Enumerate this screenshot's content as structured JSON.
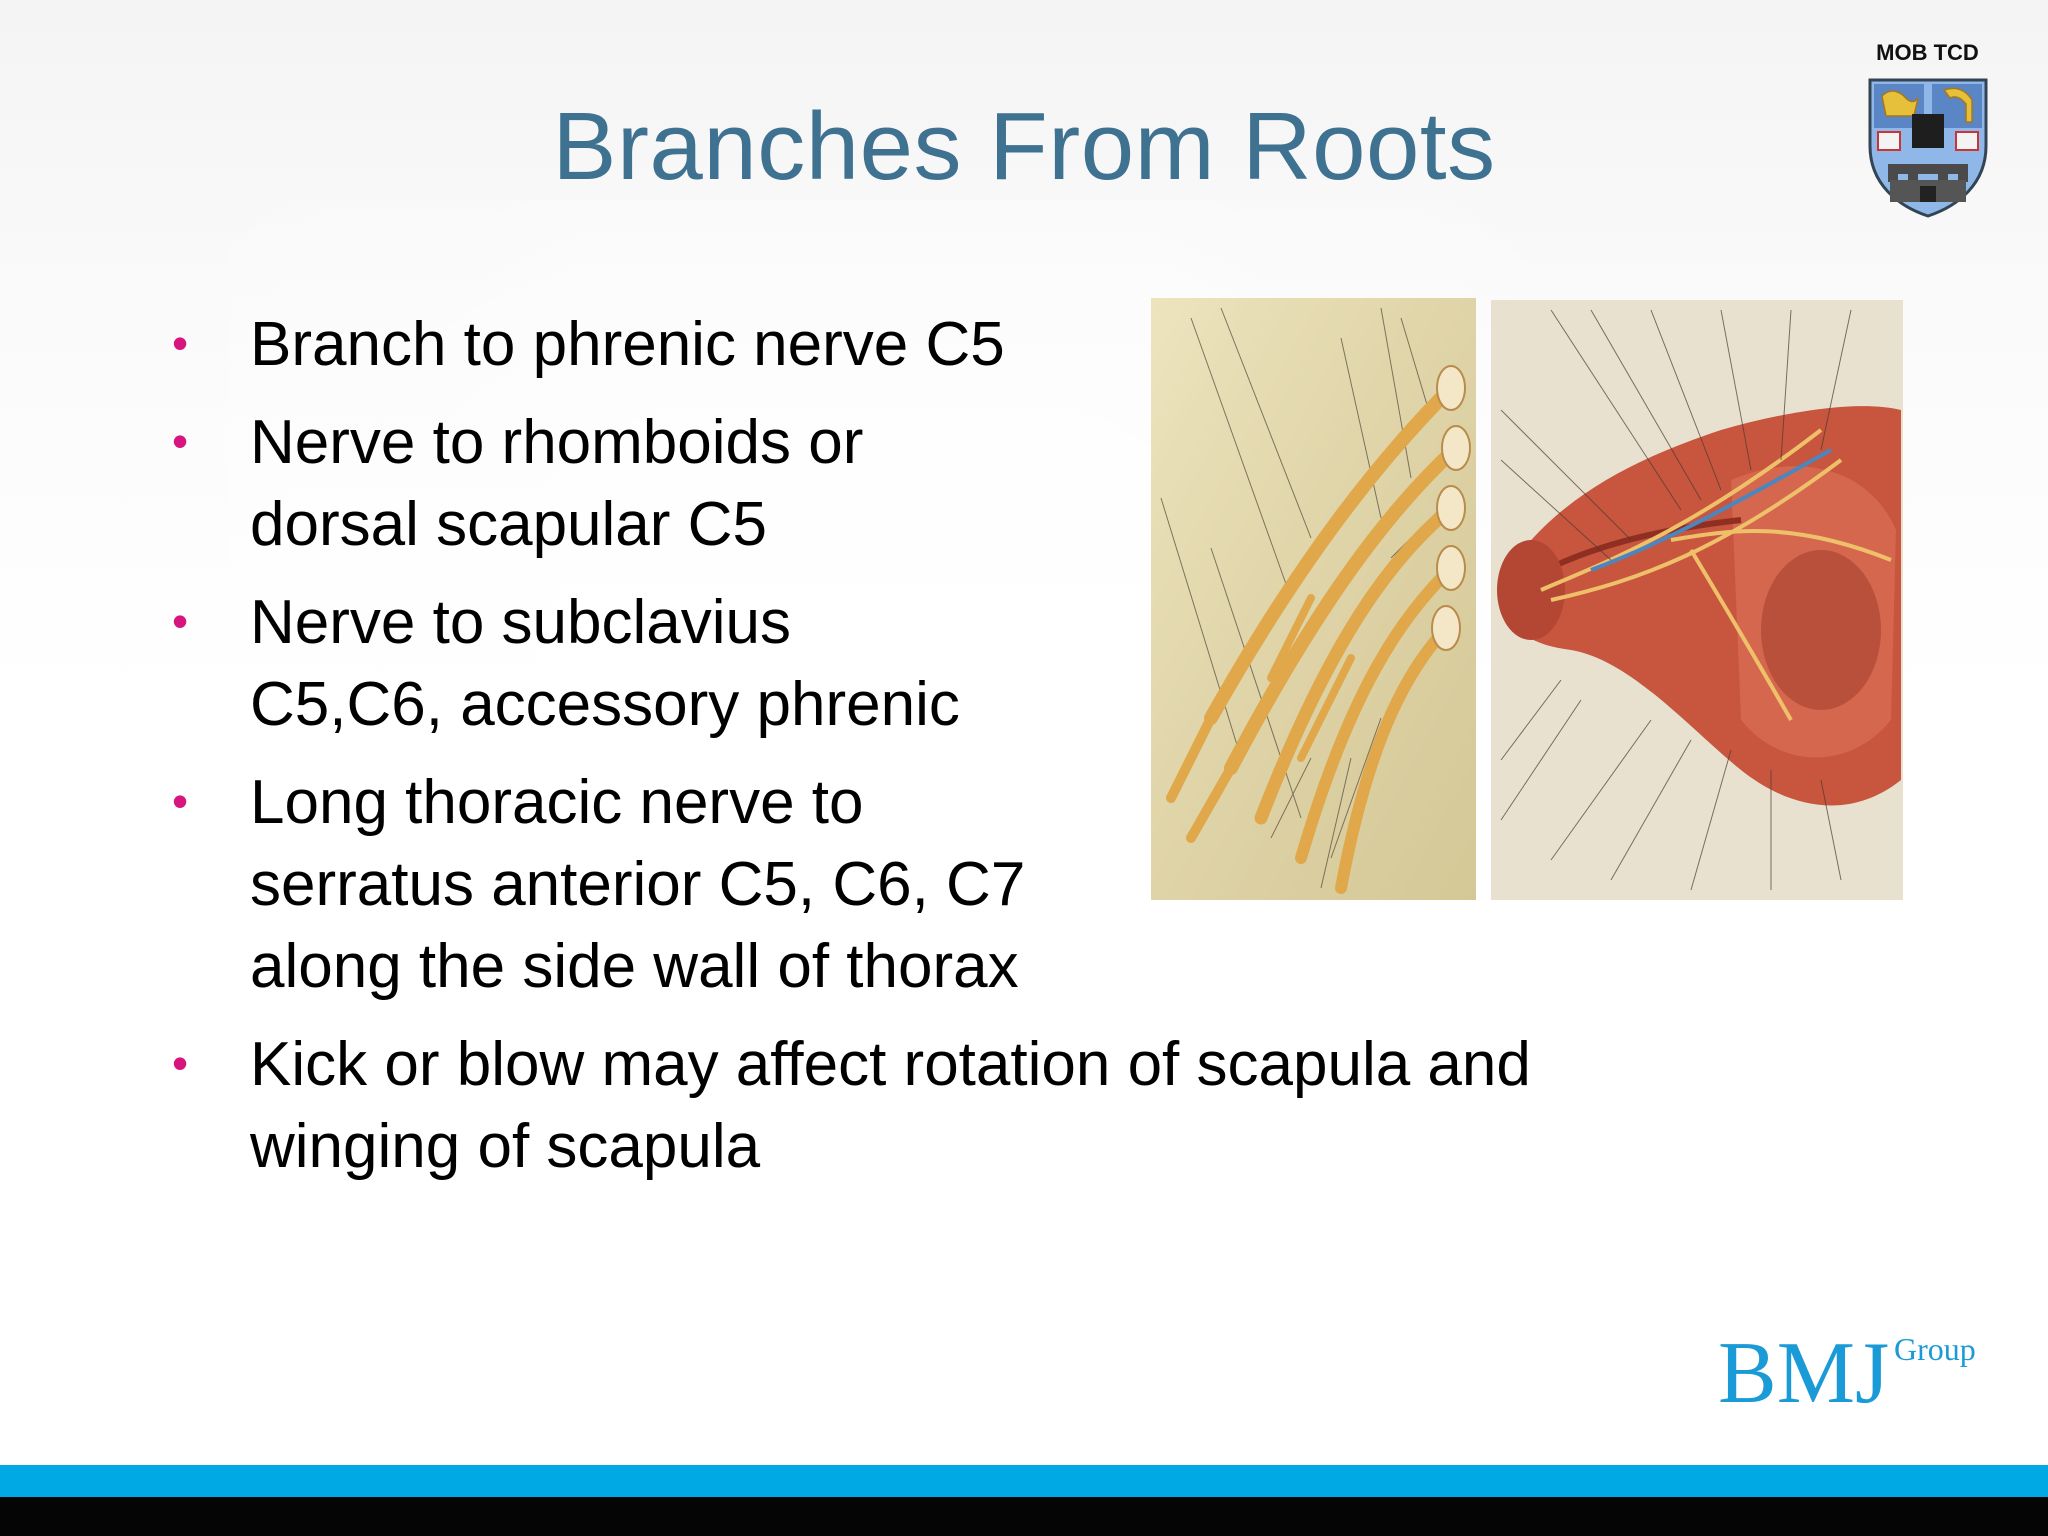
{
  "slide": {
    "tag": "MOB TCD",
    "title": "Branches From Roots",
    "bullets": [
      {
        "lines": [
          "Branch to phrenic nerve C5"
        ]
      },
      {
        "lines": [
          "Nerve to rhomboids or",
          "dorsal scapular C5"
        ]
      },
      {
        "lines": [
          "Nerve to subclavius",
          "C5,C6, accessory phrenic"
        ]
      },
      {
        "lines": [
          "Long thoracic nerve to",
          "serratus anterior C5, C6, C7",
          "along the side wall of thorax"
        ]
      },
      {
        "lines": [
          "Kick or blow may affect rotation of scapula and",
          "winging of scapula"
        ]
      }
    ],
    "bullet_glyph": "•",
    "logo": {
      "main": "BMJ",
      "sub": "Group"
    }
  },
  "colors": {
    "title": "#3f7190",
    "bullet": "#d6157e",
    "bmj": "#1a9ad6",
    "bar_blue": "#00a9e4",
    "bar_black": "#050505",
    "crest": "#8fb8e8"
  },
  "images": {
    "left": "brachial-plexus-nerves-illustration",
    "right": "shoulder-muscles-nerves-illustration"
  }
}
